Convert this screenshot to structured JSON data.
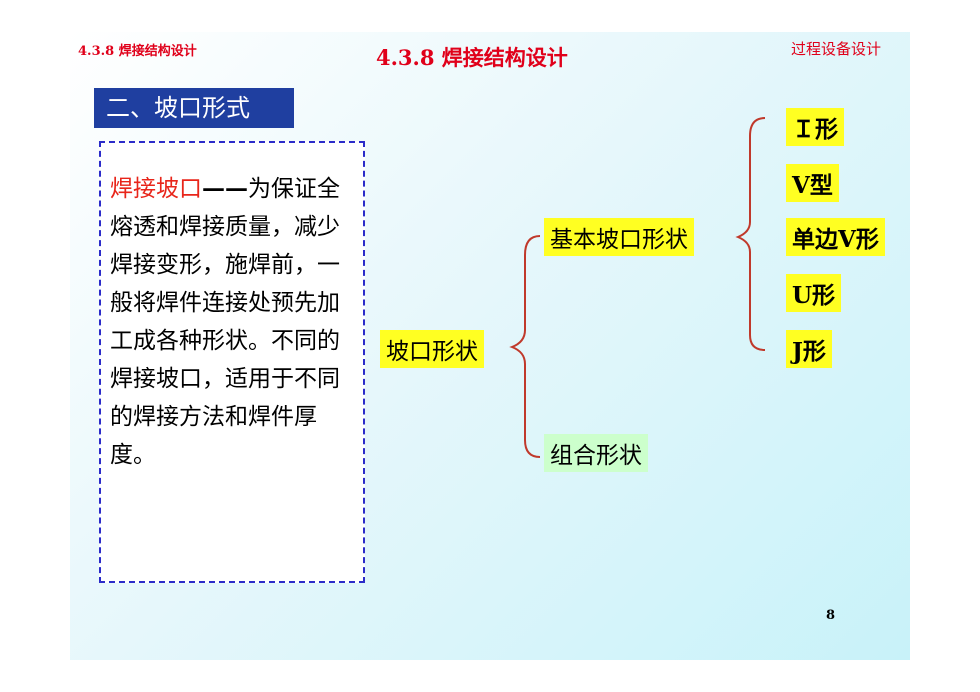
{
  "header": {
    "left": "4.3.8 焊接结构设计",
    "center": "4.3.8  焊接结构设计",
    "right": "过程设备设计"
  },
  "section_title": "二、坡口形式",
  "definition": {
    "term": "焊接坡口",
    "dash": "——",
    "body": "为保证全熔透和焊接质量，减少焊接变形，施焊前，一般将焊件连接处预先加工成各种形状。不同的焊接坡口，适用于不同的焊接方法和焊件厚度。"
  },
  "tree": {
    "root": "坡口形状",
    "basic": "基本坡口形状",
    "combined": "组合形状",
    "types": [
      "Ｉ形",
      "V型",
      "单边V形",
      "U形",
      "J形"
    ]
  },
  "page_number": "8"
}
